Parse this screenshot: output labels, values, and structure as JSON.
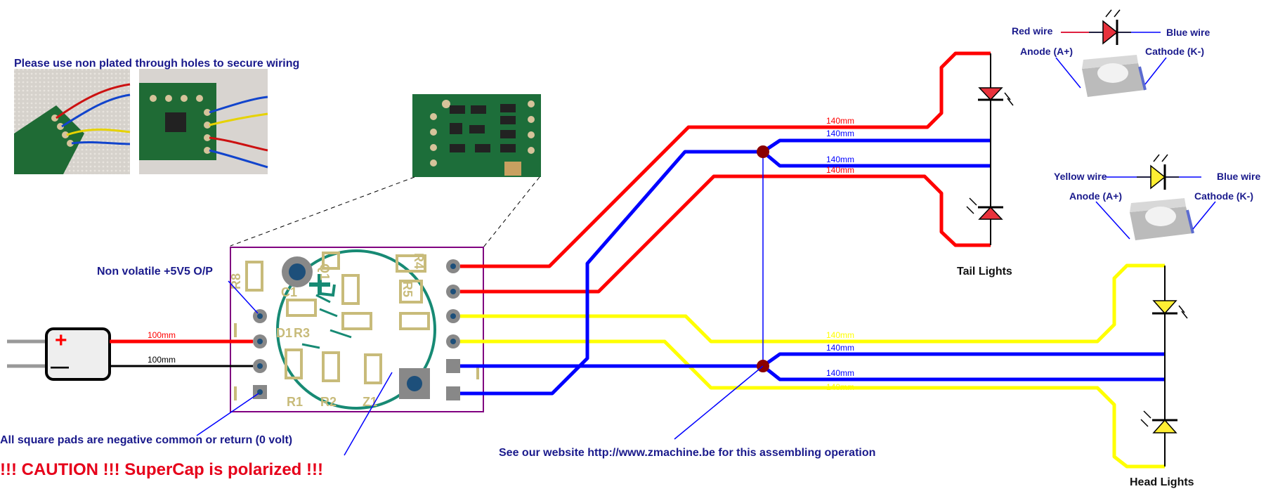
{
  "labels": {
    "plated_note": "Please use non plated through holes to secure wiring",
    "nonvolatile": "Non volatile +5V5 O/P",
    "square_pads": "All square pads are negative common or return (0 volt)",
    "caution": "!!! CAUTION !!!  SuperCap is polarized !!!",
    "website": "See our website http://www.zmachine.be for this assembling operation",
    "tail_lights": "Tail Lights",
    "head_lights": "Head Lights"
  },
  "led_red": {
    "left_wire": "Red wire",
    "right_wire": "Blue wire",
    "anode": "Anode (A+)",
    "cathode": "Cathode (K-)"
  },
  "led_yellow": {
    "left_wire": "Yellow wire",
    "right_wire": "Blue wire",
    "anode": "Anode (A+)",
    "cathode": "Cathode (K-)"
  },
  "wire_lengths": {
    "supercap_pos": "100mm",
    "supercap_neg": "100mm",
    "tail_red_top": "140mm",
    "tail_blue_top": "140mm",
    "tail_blue_bottom": "140mm",
    "tail_red_bottom": "140mm",
    "head_yellow_top": "140mm",
    "head_blue_top": "140mm",
    "head_blue_bottom": "140mm",
    "head_yellow_bottom": "140mm"
  },
  "pcb_silkscreen": {
    "ref_r8": "R8",
    "ref_c1": "C1",
    "ref_d1": "D1",
    "ref_r3": "R3",
    "ref_r1": "R1",
    "ref_r2": "R2",
    "ref_z1": "Z1",
    "ref_q1": "Q1",
    "ref_r4": "R4",
    "ref_r5": "R5"
  },
  "symbols": {
    "plus": "+",
    "minus": "—"
  },
  "colors": {
    "red_wire": "#ff0000",
    "blue_wire": "#0000ff",
    "yellow_wire": "#ffff00",
    "black_wire": "#000000",
    "label_blue": "#1a1a8c",
    "caution_red": "#e6001a",
    "pcb_outline": "#800080",
    "silkscreen": "#c8bb7a",
    "junction": "#8b0000"
  }
}
